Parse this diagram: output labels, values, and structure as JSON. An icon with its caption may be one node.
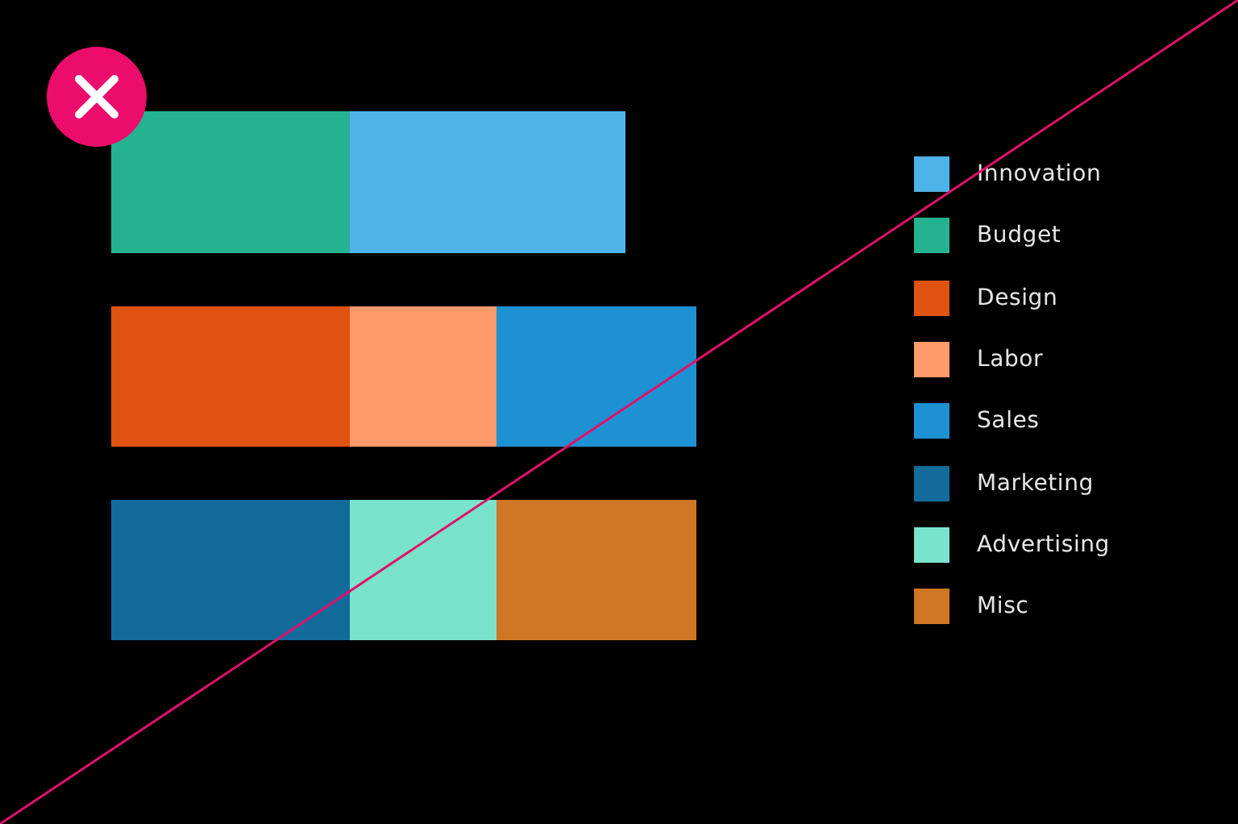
{
  "diagram": {
    "legend": [
      {
        "text": "Innovation",
        "color": "#4db3e8"
      },
      {
        "text": "Budget",
        "color": "#25b291"
      },
      {
        "text": "Design",
        "color": "#e05310"
      },
      {
        "text": "Labor",
        "color": "#ff9a6a"
      },
      {
        "text": "Sales",
        "color": "#1e91d3"
      },
      {
        "text": "Marketing",
        "color": "#126b9b"
      },
      {
        "text": "Advertising",
        "color": "#7ae3cc"
      },
      {
        "text": "Misc",
        "color": "#cf7724"
      }
    ]
  }
}
